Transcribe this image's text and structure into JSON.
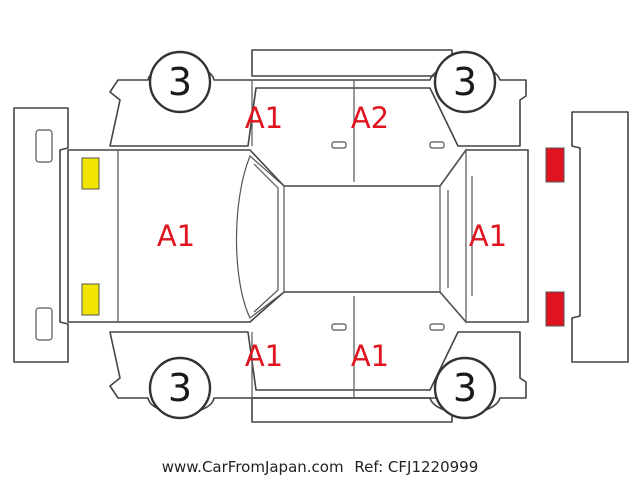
{
  "diagram": {
    "colors": {
      "outline": "#444444",
      "label": "#e0141e",
      "light_marker": "#f2e600",
      "tail_marker": "#e0141e"
    },
    "wheels": [
      {
        "id": "front-left",
        "value": "3"
      },
      {
        "id": "rear-left",
        "value": "3"
      },
      {
        "id": "front-right",
        "value": "3"
      },
      {
        "id": "rear-right",
        "value": "3"
      }
    ],
    "labels": {
      "front_door_left": "A1",
      "rear_door_left": "A2",
      "hood": "A1",
      "trunk": "A1",
      "front_door_right": "A1",
      "rear_door_right": "A1"
    },
    "markers": {
      "headlights": "light-marker",
      "taillights": "tail-marker"
    }
  },
  "footer": {
    "site": "www.CarFromJapan.com",
    "ref": "Ref: CFJ1220999"
  }
}
